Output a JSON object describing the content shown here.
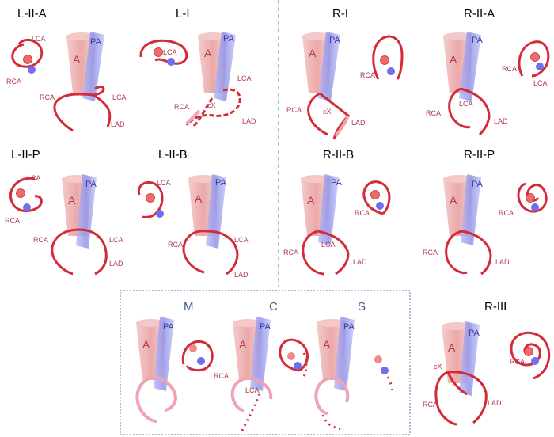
{
  "colors": {
    "aorta": "#e89a9a",
    "aorta_stroke": "#c97878",
    "pa": "#8a8ee8",
    "pa_stroke": "#6f73d2",
    "artery": "#d42a3a",
    "artery_light": "#f0a3b3",
    "ostium": "#f06a6a",
    "blue_dot": "#6f6ff0",
    "label_red": "#b03a52",
    "label_blue": "#3a3aa6",
    "title": "#000000",
    "box_title": "#3e5d8c",
    "divider": "#6b8fc0"
  },
  "panels": [
    {
      "id": "l-ii-a",
      "title": "L-II-A",
      "a": "A",
      "pa": "PA",
      "labels": {
        "lca": "LCA",
        "rca": "RCA",
        "rca2": "RCA",
        "lca2": "LCA",
        "lad": "LAD"
      }
    },
    {
      "id": "l-i",
      "title": "L-I",
      "a": "A",
      "pa": "PA",
      "labels": {
        "lca": "LCA",
        "lca2": "LCA",
        "rca2": "RCA",
        "cx": "cX",
        "lad": "LAD"
      }
    },
    {
      "id": "r-i",
      "title": "R-I",
      "a": "A",
      "pa": "PA",
      "labels": {
        "rca": "RCA",
        "rca2": "RCA",
        "cx": "cX",
        "lad": "LAD"
      }
    },
    {
      "id": "r-ii-a",
      "title": "R-II-A",
      "a": "A",
      "pa": "PA",
      "labels": {
        "rca": "RCA",
        "lca": "LCA",
        "rca2": "RCA",
        "lca2": "LCA",
        "lad": "LAD"
      }
    },
    {
      "id": "l-ii-p",
      "title": "L-II-P",
      "a": "A",
      "pa": "PA",
      "labels": {
        "lca": "LCA",
        "rca": "RCA",
        "rca2": "RCA",
        "lca2": "LCA",
        "lad": "LAD"
      }
    },
    {
      "id": "l-ii-b",
      "title": "L-II-B",
      "a": "A",
      "pa": "PA",
      "labels": {
        "lca": "LCA",
        "rca2": "RCA",
        "lca2": "LCA",
        "lad": "LAD"
      }
    },
    {
      "id": "r-ii-b",
      "title": "R-II-B",
      "a": "A",
      "pa": "PA",
      "labels": {
        "rca": "RCA",
        "rca2": "RCA",
        "lca2": "LCA",
        "lad": "LAD"
      }
    },
    {
      "id": "r-ii-p",
      "title": "R-II-P",
      "a": "A",
      "pa": "PA",
      "labels": {
        "rca": "RCA",
        "rca2": "RCA",
        "lad": "LAD"
      }
    },
    {
      "id": "m",
      "title": "M",
      "a": "A",
      "pa": "PA",
      "labels": {}
    },
    {
      "id": "c",
      "title": "C",
      "a": "A",
      "pa": "PA",
      "labels": {
        "rca2": "RCA",
        "lca2": "LCA"
      }
    },
    {
      "id": "s",
      "title": "S",
      "a": "A",
      "pa": "PA",
      "labels": {}
    },
    {
      "id": "r-iii",
      "title": "R-III",
      "a": "A",
      "pa": "PA",
      "labels": {
        "rca": "RCA",
        "rca2": "RCA",
        "cx": "cX",
        "lad": "LAD"
      }
    }
  ]
}
